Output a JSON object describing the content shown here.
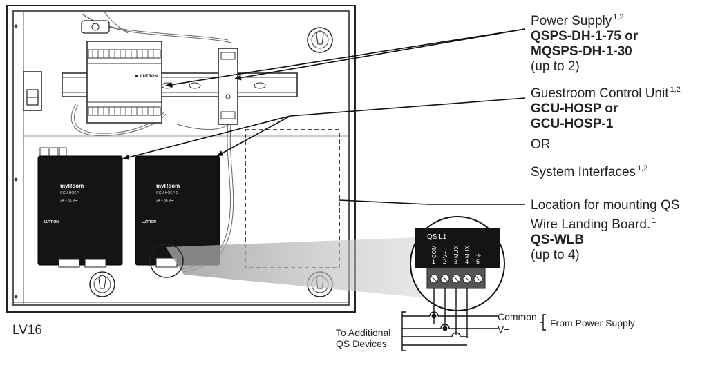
{
  "enclosure": {
    "name": "LV16"
  },
  "callouts": {
    "power_supply": {
      "title": "Power Supply",
      "superscript": "1,2",
      "model_1": "QSPS-DH-1-75 or",
      "model_2": "MQSPS-DH-1-30",
      "qty": "(up to 2)"
    },
    "gcu": {
      "title": "Guestroom Control Unit",
      "superscript": "1,2",
      "model_1": "GCU-HOSP or",
      "model_2": "GCU-HOSP-1"
    },
    "or": "OR",
    "system_interfaces": {
      "title": "System Interfaces",
      "superscript": "1,2"
    },
    "wlb": {
      "title_1": "Location for mounting QS",
      "title_2": "Wire Landing Board.",
      "superscript": "1",
      "model": "QS-WLB",
      "qty": "(up to 4)"
    }
  },
  "devices": {
    "power_supply_brand": "LUTRON",
    "unit_1": {
      "brand": "myRoom",
      "model": "GCU-HOSP",
      "voltage": "24 – 36 V⎓",
      "maker": "LUTRON"
    },
    "unit_2": {
      "brand": "myRoom",
      "model": "GCU-HOSP-1",
      "voltage": "24 – 36 V⎓",
      "maker": "LUTRON"
    }
  },
  "terminal_block": {
    "title": "QS L1",
    "terminals": [
      {
        "num": "1",
        "name": "COM"
      },
      {
        "num": "2",
        "name": "V+"
      },
      {
        "num": "3",
        "name": "MUX"
      },
      {
        "num": "4",
        "name": "MUX"
      },
      {
        "num": "5",
        "name": "⏚"
      }
    ]
  },
  "wiring": {
    "common": "Common",
    "vplus": "V+",
    "from_power_supply": "From Power Supply",
    "to_additional_1": "To Additional",
    "to_additional_2": "QS Devices"
  }
}
